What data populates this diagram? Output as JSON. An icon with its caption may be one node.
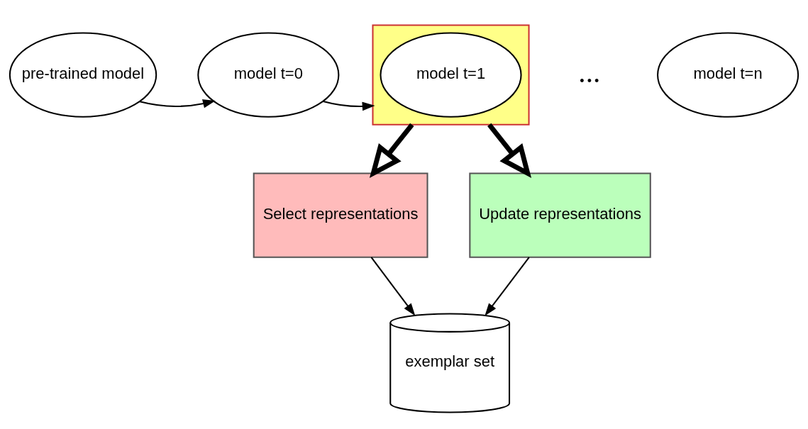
{
  "diagram": {
    "nodes": [
      {
        "text": [
          "pre-trained model"
        ]
      },
      {
        "text": [
          "model t=0"
        ]
      },
      {
        "text": [],
        "shape": "box"
      },
      {
        "text": [
          "model t=1"
        ],
        "in": 2
      },
      {
        "text": [
          "model t=n"
        ]
      },
      {
        "text": [
          "Select representations"
        ]
      },
      {
        "text": [
          "Update representations"
        ]
      },
      {
        "text": [
          "exemplar set"
        ]
      }
    ],
    "edges": [
      {
        "from": 0,
        "to": 1,
        "arrow": "to"
      },
      {
        "from": 1,
        "to": 2,
        "arrow": "to"
      },
      {
        "from": 2,
        "to": 5,
        "arrow": "to",
        "style": "thick"
      },
      {
        "from": 2,
        "to": 6,
        "arrow": "to",
        "style": "thick"
      },
      {
        "from": 5,
        "to": 7,
        "arrow": "to"
      },
      {
        "from": 6,
        "to": 7,
        "arrow": "to"
      }
    ],
    "labels": [
      "..."
    ]
  }
}
